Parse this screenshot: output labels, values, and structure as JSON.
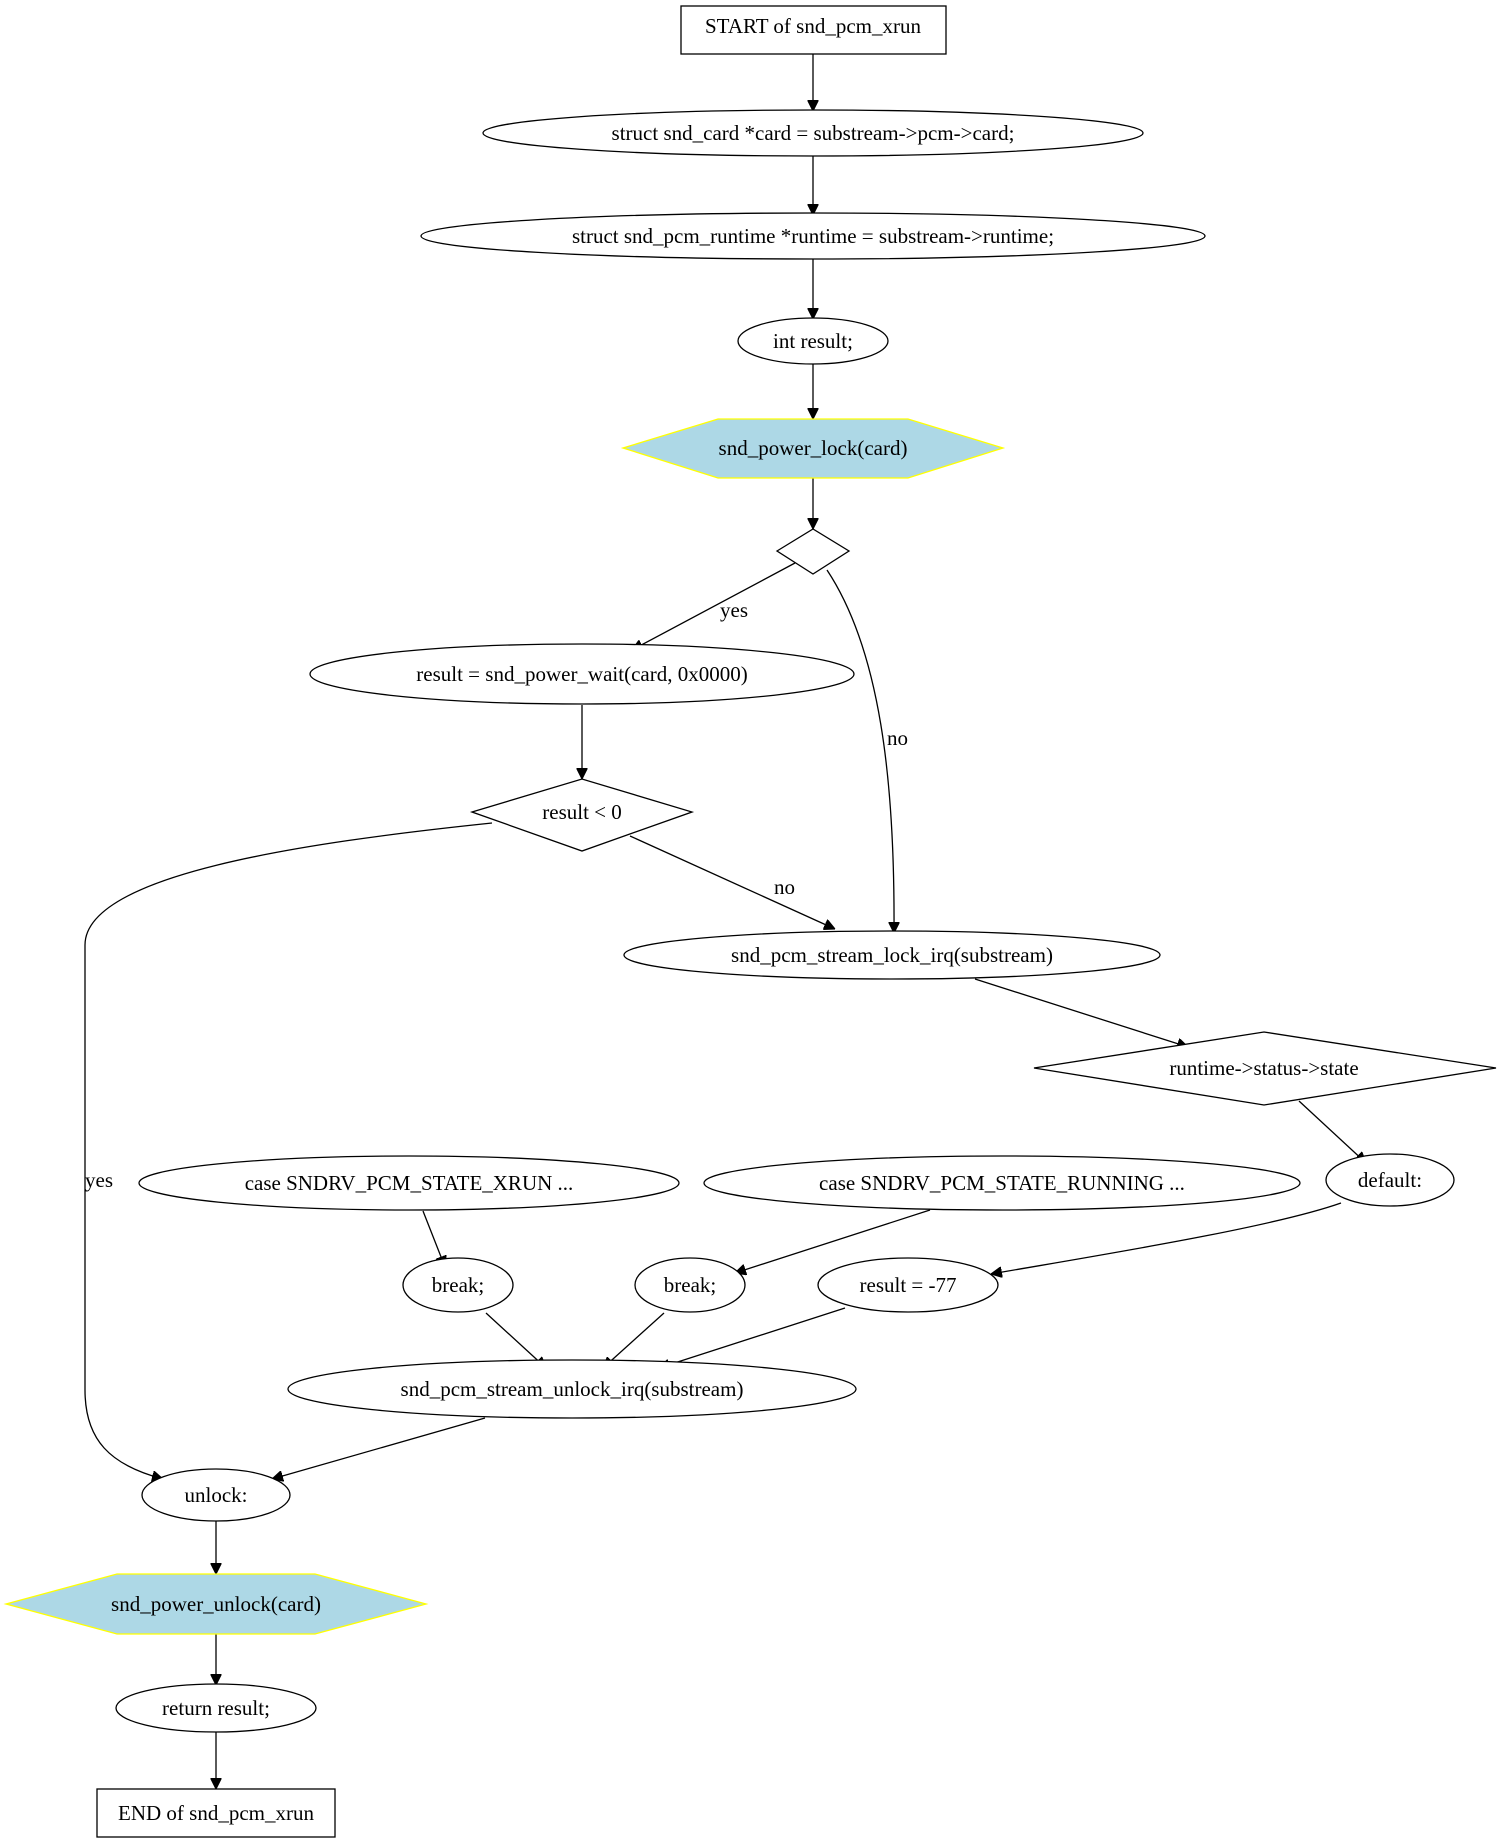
{
  "nodes": {
    "start": "START of snd_pcm_xrun",
    "card_decl": "struct snd_card *card = substream->pcm->card;",
    "runtime_decl": "struct snd_pcm_runtime *runtime = substream->runtime;",
    "result_decl": "int result;",
    "power_lock": "snd_power_lock(card)",
    "cond_empty": "",
    "power_wait": "result = snd_power_wait(card, 0x0000)",
    "result_lt_zero": "result < 0",
    "stream_lock": "snd_pcm_stream_lock_irq(substream)",
    "switch_state": "runtime->status->state",
    "case_xrun": "case SNDRV_PCM_STATE_XRUN ...",
    "case_running": "case SNDRV_PCM_STATE_RUNNING ...",
    "default_case": "default:",
    "break_1": "break;",
    "break_2": "break;",
    "result_neg77": "result = -77",
    "stream_unlock": "snd_pcm_stream_unlock_irq(substream)",
    "unlock_label": "unlock:",
    "power_unlock": "snd_power_unlock(card)",
    "return_result": "return result;",
    "end": "END of snd_pcm_xrun"
  },
  "edge_labels": {
    "cond_yes": "yes",
    "cond_no": "no",
    "lt_no": "no",
    "lt_yes": "yes"
  },
  "colors": {
    "hexagon_fill": "#add8e6",
    "hexagon_stroke": "#ffff00",
    "stroke": "#000000",
    "background": "#ffffff"
  }
}
